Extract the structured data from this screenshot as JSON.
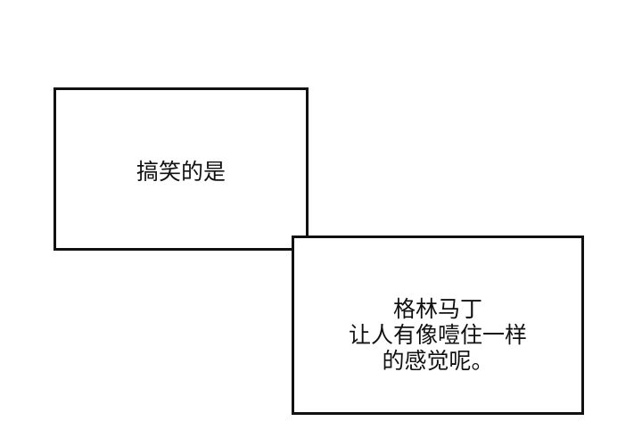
{
  "panels": [
    {
      "lines": [
        "搞笑的是"
      ]
    },
    {
      "lines": [
        "格林马丁",
        "让人有像噎住一样",
        "的感觉呢。"
      ]
    }
  ],
  "colors": {
    "border": "#111111",
    "background": "#ffffff",
    "text": "#111111"
  }
}
